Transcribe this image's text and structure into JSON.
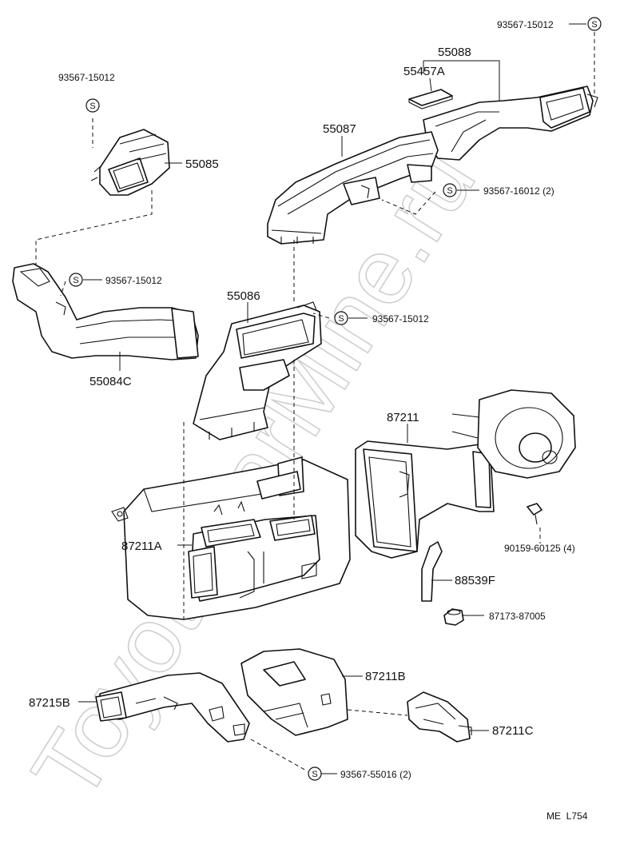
{
  "labels": {
    "p93567_15012_top": "93567-15012",
    "p55088": "55088",
    "p55457A": "55457A",
    "p93567_15012_left": "93567-15012",
    "p55085": "55085",
    "p55087": "55087",
    "p93567_16012_2": "93567-16012 (2)",
    "p93567_15012_mid": "93567-15012",
    "p55084C": "55084C",
    "p55086": "55086",
    "p93567_15012_right": "93567-15012",
    "p87211": "87211",
    "p90159_60125_4": "90159-60125 (4)",
    "p87211A": "87211A",
    "p88539F": "88539F",
    "p87173_87005": "87173-87005",
    "p87211B": "87211B",
    "p87215B": "87215B",
    "p87211C": "87211C",
    "p93567_55016_2": "93567-55016 (2)",
    "footer_code": "ME  L754"
  },
  "symbols": {
    "screw_symbol": "S"
  },
  "watermark": "ToyotaCarMine.ru"
}
